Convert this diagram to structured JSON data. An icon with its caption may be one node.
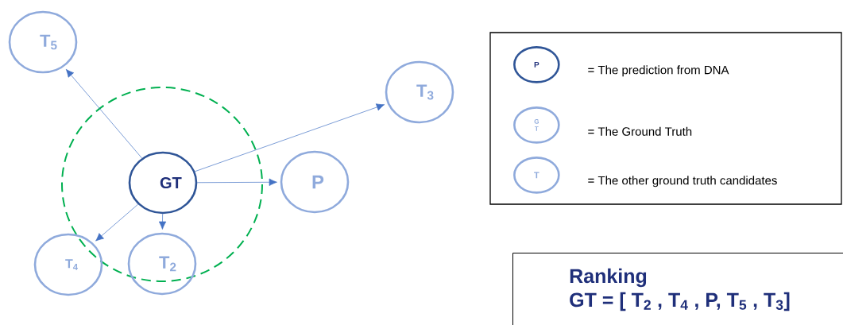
{
  "diagram": {
    "nodes": [
      {
        "text": [
          "GT"
        ]
      },
      {
        "text": [
          "T$_{5}$"
        ]
      },
      {
        "text": [
          "T$_{3}$"
        ]
      },
      {
        "text": [
          "P"
        ]
      },
      {
        "text": [
          "T$_{4}$"
        ]
      },
      {
        "text": [
          "T$_{2}$"
        ]
      },
      {
        "text": [],
        "shape": "box"
      },
      {
        "text": [
          "P"
        ],
        "in": 6,
        "beside": [
          "= The prediction from DNA"
        ]
      },
      {
        "text": [
          "G T"
        ],
        "in": 6,
        "beside": [
          "= The Ground Truth"
        ]
      },
      {
        "text": [
          "T"
        ],
        "in": 6,
        "beside": [
          "= The other ground truth candidates"
        ]
      },
      {
        "text": [
          "Ranking",
          "GT = [ T$_{2}$ , T$_{4}$ , P,  T$_{5}$ , T$_{3}$]"
        ]
      }
    ],
    "edges": [
      {
        "from": 0,
        "to": 1,
        "arrow": "to"
      },
      {
        "from": 0,
        "to": 2,
        "arrow": "to"
      },
      {
        "from": 0,
        "to": 3,
        "arrow": "to"
      },
      {
        "from": 0,
        "to": 4,
        "arrow": "to"
      },
      {
        "from": 0,
        "to": 5,
        "arrow": "to"
      }
    ]
  }
}
